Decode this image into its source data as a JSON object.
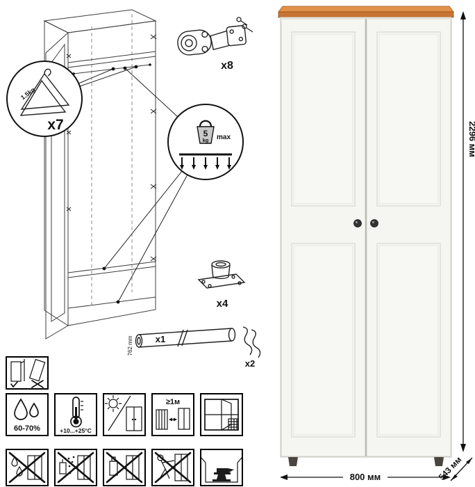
{
  "diagram": {
    "hanger": {
      "count": "x7",
      "capacity": "1.5kg"
    },
    "hinge": {
      "count": "x8"
    },
    "load": {
      "value": "5",
      "unit": "kg",
      "max_label": "max"
    },
    "foot": {
      "count": "x4"
    },
    "rod": {
      "count": "x1",
      "length": "762 mm"
    },
    "hook": {
      "count": "x2"
    }
  },
  "care": {
    "humidity": "60-70%",
    "temperature": "+10...+25°C",
    "distance": "≥1м"
  },
  "dimensions": {
    "height": "2296 мм",
    "width": "800 мм",
    "depth": "543 мм"
  },
  "colors": {
    "top_trim": "#c77434",
    "top_trim_light": "#e2914a",
    "body": "#f5f5f1",
    "knob": "#333333"
  }
}
